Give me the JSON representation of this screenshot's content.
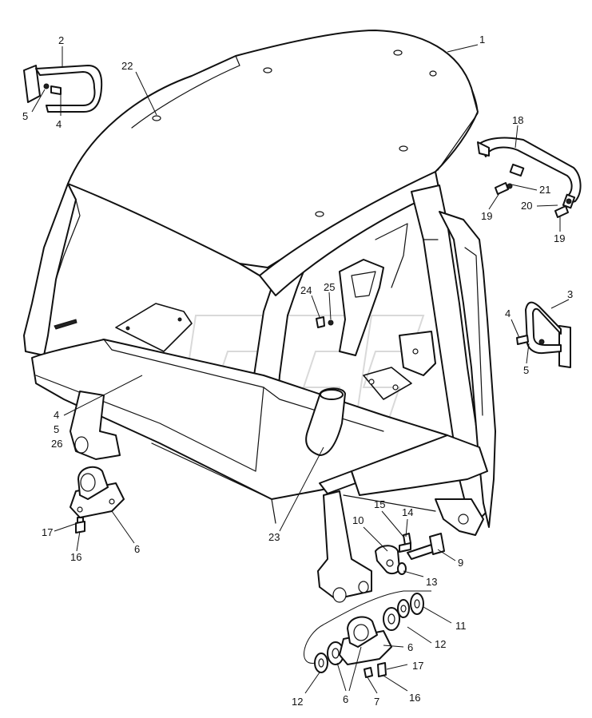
{
  "diagram": {
    "colors": {
      "line": "#111111",
      "background": "#ffffff",
      "watermark": "#c9c9c9"
    },
    "callouts": [
      {
        "id": "c1",
        "text": "1"
      },
      {
        "id": "c2",
        "text": "2"
      },
      {
        "id": "c5a",
        "text": "5"
      },
      {
        "id": "c4a",
        "text": "4"
      },
      {
        "id": "c22",
        "text": "22"
      },
      {
        "id": "c18",
        "text": "18"
      },
      {
        "id": "c21",
        "text": "21"
      },
      {
        "id": "c20",
        "text": "20"
      },
      {
        "id": "c19a",
        "text": "19"
      },
      {
        "id": "c19b",
        "text": "19"
      },
      {
        "id": "c3",
        "text": "3"
      },
      {
        "id": "c4b",
        "text": "4"
      },
      {
        "id": "c5b",
        "text": "5"
      },
      {
        "id": "c24",
        "text": "24"
      },
      {
        "id": "c25",
        "text": "25"
      },
      {
        "id": "c4c",
        "text": "4"
      },
      {
        "id": "c5c",
        "text": "5"
      },
      {
        "id": "c26",
        "text": "26"
      },
      {
        "id": "c17a",
        "text": "17"
      },
      {
        "id": "c16a",
        "text": "16"
      },
      {
        "id": "c6a",
        "text": "6"
      },
      {
        "id": "c23",
        "text": "23"
      },
      {
        "id": "c15",
        "text": "15"
      },
      {
        "id": "c14",
        "text": "14"
      },
      {
        "id": "c10",
        "text": "10"
      },
      {
        "id": "c9",
        "text": "9"
      },
      {
        "id": "c13",
        "text": "13"
      },
      {
        "id": "c11",
        "text": "11"
      },
      {
        "id": "c12a",
        "text": "12"
      },
      {
        "id": "c6b",
        "text": "6"
      },
      {
        "id": "c17b",
        "text": "17"
      },
      {
        "id": "c12b",
        "text": "12"
      },
      {
        "id": "c6c",
        "text": "6"
      },
      {
        "id": "c7",
        "text": "7"
      },
      {
        "id": "c16b",
        "text": "16"
      }
    ]
  }
}
